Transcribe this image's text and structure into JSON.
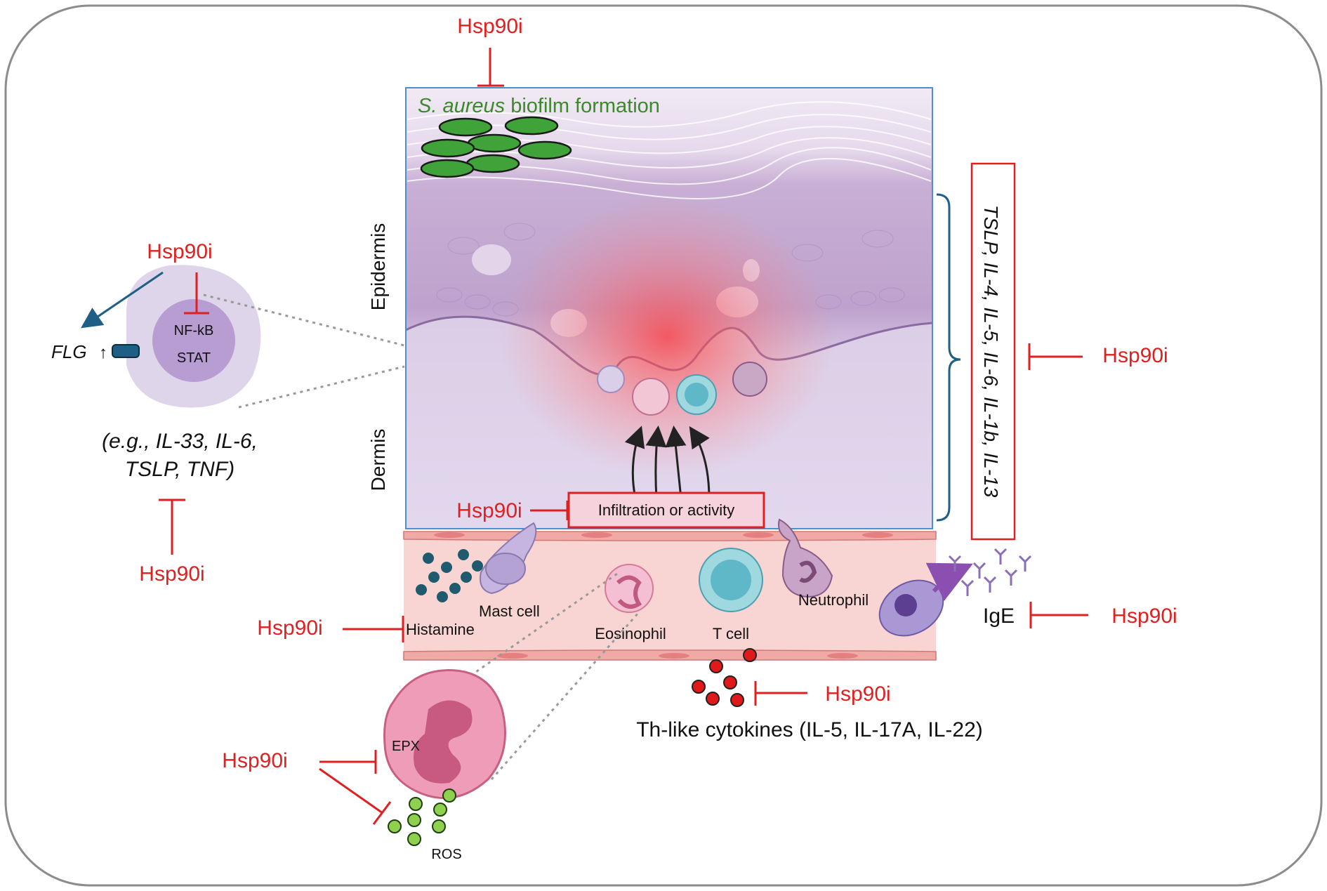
{
  "inhibitor_label": "Hsp90i",
  "biofilm": {
    "species": "S. aureus",
    "rest": " biofilm formation"
  },
  "layers": {
    "epidermis": "Epidermis",
    "dermis": "Dermis"
  },
  "cell_panel": {
    "nucleus_line1": "NF-kB",
    "nucleus_line2": "STAT",
    "flg": "FLG",
    "examples_line1": "(e.g., IL-33, IL-6,",
    "examples_line2": "TSLP, TNF)"
  },
  "cytokine_box": "TSLP, IL-4, IL-5, IL-6, IL-1b, IL-13",
  "infiltration": "Infiltration or activity",
  "vessel_cells": {
    "mast_cell": "Mast cell",
    "histamine": "Histamine",
    "eosinophil": "Eosinophil",
    "t_cell": "T cell",
    "neutrophil": "Neutrophil"
  },
  "ige": "IgE",
  "th_cytokines": "Th-like cytokines (IL-5, IL-17A, IL-22)",
  "eosinophil_detail": {
    "epx": "EPX",
    "ros": "ROS"
  },
  "colors": {
    "inhibitor": "#e02020",
    "biofilm": "#3a8a2a",
    "arrow_blue": "#1f5f86",
    "vessel": "#f8d4d2"
  }
}
